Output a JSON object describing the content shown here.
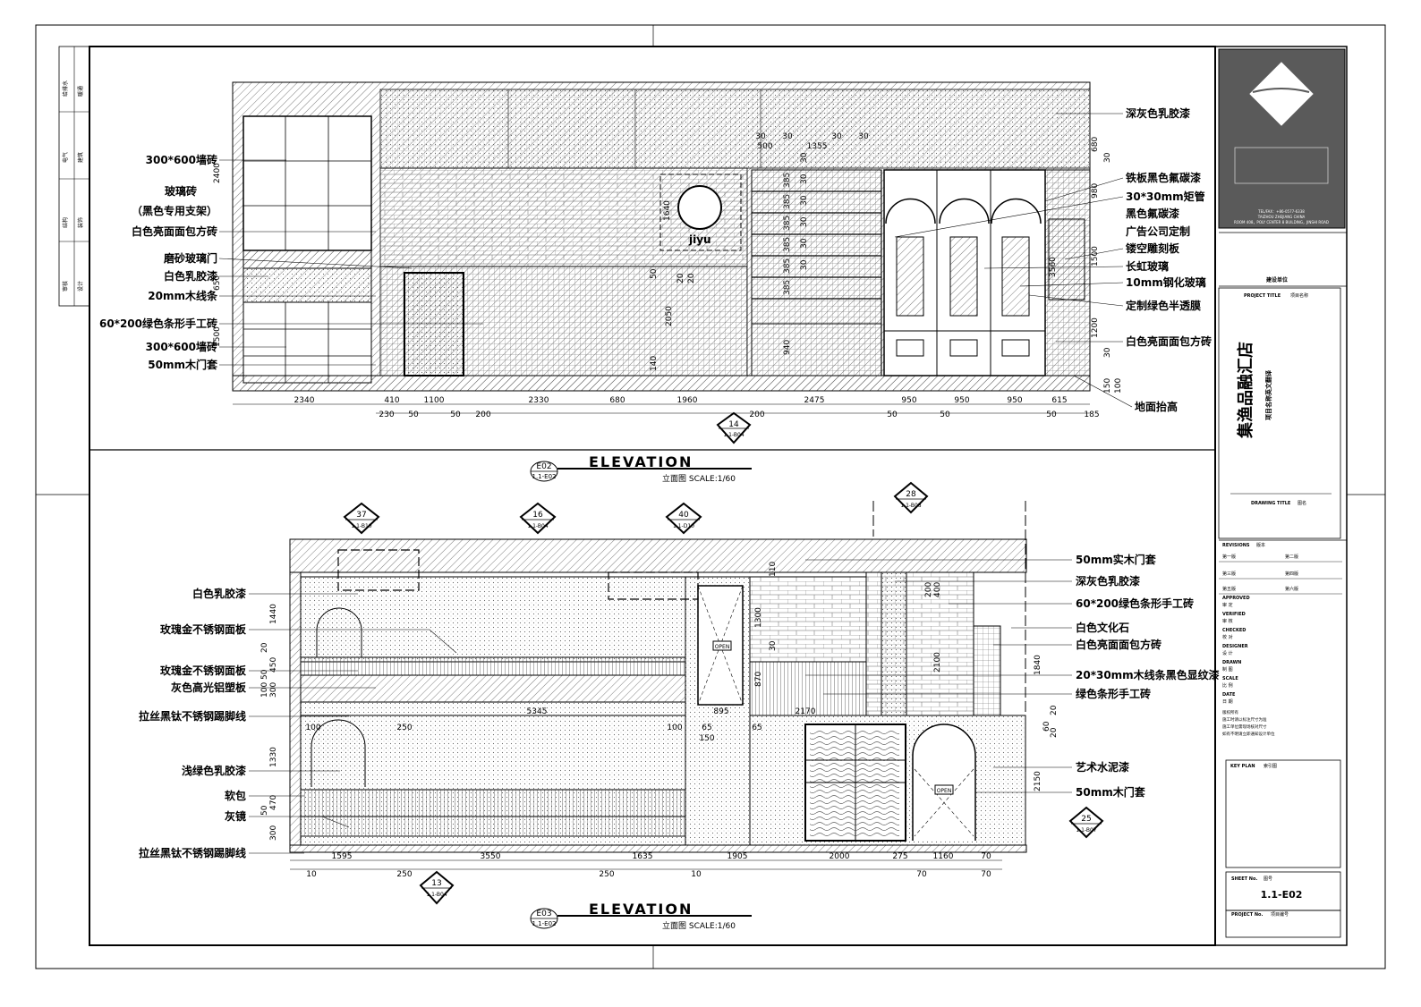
{
  "elevation_e02": {
    "tag_id": "E02",
    "tag_sheet": "1.1-E02",
    "title": "ELEVATION",
    "subtitle": "立面图  SCALE:1/60",
    "left_labels": [
      "300*600墙砖",
      "玻璃砖",
      "（黑色专用支架）",
      "白色亮面面包方砖",
      "磨砂玻璃门",
      "白色乳胶漆",
      "20mm木线条",
      "60*200绿色条形手工砖",
      "300*600墙砖",
      "50mm木门套"
    ],
    "right_labels": [
      "深灰色乳胶漆",
      "铁板黑色氟碳漆",
      "30*30mm矩管",
      "黑色氟碳漆",
      "广告公司定制",
      "镂空雕刻板",
      "长虹玻璃",
      "10mm钢化玻璃",
      "定制绿色半透膜",
      "白色亮面面包方砖",
      "地面抬高"
    ],
    "bottom_dims": [
      "2340",
      "410",
      "1100",
      "2330",
      "680",
      "1960",
      "2475",
      "950",
      "950",
      "950",
      "615"
    ],
    "bottom_dims2": [
      "230",
      "50",
      "50",
      "200",
      "200",
      "50",
      "50",
      "50",
      "185"
    ],
    "vertical_dims": [
      "2400",
      "650",
      "1500",
      "2050",
      "140",
      "940",
      "1640",
      "50",
      "20",
      "20"
    ],
    "shelf_dims": [
      "500",
      "1355",
      "30",
      "30",
      "30",
      "30",
      "385",
      "385",
      "385",
      "385",
      "385",
      "385",
      "30",
      "30",
      "30",
      "30",
      "30",
      "30"
    ],
    "right_dims": [
      "30",
      "680",
      "980",
      "1500",
      "3560",
      "1200",
      "30",
      "150",
      "100"
    ],
    "callout": {
      "num": "14",
      "sheet": "1.1-B04"
    },
    "logo_text": "jiyu"
  },
  "elevation_e03": {
    "tag_id": "E03",
    "tag_sheet": "1.1-E02",
    "title": "ELEVATION",
    "subtitle": "立面图  SCALE:1/60",
    "left_labels": [
      "白色乳胶漆",
      "玫瑰金不锈钢面板",
      "玫瑰金不锈钢面板",
      "灰色高光铝塑板",
      "拉丝黑钛不锈钢踢脚线",
      "浅绿色乳胶漆",
      "软包",
      "灰镜",
      "拉丝黑钛不锈钢踢脚线"
    ],
    "right_labels": [
      "50mm实木门套",
      "深灰色乳胶漆",
      "60*200绿色条形手工砖",
      "白色文化石",
      "白色亮面面包方砖",
      "20*30mm木线条黑色显纹漆",
      "绿色条形手工砖",
      "艺术水泥漆",
      "50mm木门套"
    ],
    "bottom_dims": [
      "1595",
      "3550",
      "1635",
      "1905",
      "2000",
      "275",
      "1160",
      "70"
    ],
    "bottom_dims2": [
      "10",
      "250",
      "250",
      "10",
      "70",
      "70"
    ],
    "mid_dims": [
      "5345",
      "895",
      "2170",
      "100",
      "250",
      "100",
      "65",
      "150",
      "65"
    ],
    "vertical_dims": [
      "1440",
      "20",
      "450",
      "50",
      "100",
      "300",
      "1330",
      "470",
      "50",
      "300",
      "1300",
      "870",
      "30",
      "2100",
      "1840",
      "20",
      "20",
      "200",
      "400",
      "60",
      "2150",
      "110"
    ],
    "open_sign": "OPEN",
    "callouts": [
      {
        "num": "37",
        "sheet": "1.1-B10"
      },
      {
        "num": "16",
        "sheet": "1.1-B04"
      },
      {
        "num": "40",
        "sheet": "1.1-D10"
      },
      {
        "num": "28",
        "sheet": "1.1-B08"
      },
      {
        "num": "25",
        "sheet": "1.1-B07"
      },
      {
        "num": "13",
        "sheet": "1.1-B04"
      }
    ]
  },
  "left_strip": [
    "给排水",
    "暖通",
    "电气",
    "建筑",
    "结构",
    "装饰",
    "审核",
    "设计"
  ],
  "title_block": {
    "company_address": "ROOM 408，POLY CENTER 8 BUILDING，JINSHI ROAD",
    "company_address2": "TAIZHOU ZHEJIANG CHINA",
    "company_tel": "TEL/FAX：+86-0577-6338",
    "owner_label": "建设单位",
    "project_title_label": "PROJECT TITLE",
    "project_title_cn": "项目名称",
    "project_name": "集渔品融汇店",
    "project_sub": "项目名称英文翻译",
    "drawing_title_label": "DRAWING TITLE",
    "drawing_title_cn": "图名",
    "revisions_label": "REVISIONS",
    "revisions_cn": "版本",
    "revisions": [
      "第一版",
      "第二版",
      "第三版",
      "第四版",
      "第五版",
      "第六版"
    ],
    "roles": [
      {
        "en": "APPROVED",
        "cn": "审  定"
      },
      {
        "en": "VERIFIED",
        "cn": "审  核"
      },
      {
        "en": "CHECKED",
        "cn": "校  对"
      },
      {
        "en": "DESIGNER",
        "cn": "设  计"
      },
      {
        "en": "DRAWN",
        "cn": "制  图"
      },
      {
        "en": "SCALE",
        "cn": "比  例"
      },
      {
        "en": "DATE",
        "cn": "日  期"
      }
    ],
    "notes": [
      "版权所有",
      "施工时请以标注尺寸为准",
      "施工单位需现场核对尺寸",
      "如有不明请立即通知设计单位"
    ],
    "key_plan_label": "KEY PLAN",
    "key_plan_cn": "索引图",
    "sheet_no_label": "SHEET No.",
    "sheet_no_cn": "图号",
    "sheet_no": "1.1-E02",
    "project_no_label": "PROJECT No.",
    "project_no_cn": "项目编号"
  },
  "colors": {
    "line": "#000000",
    "grid": "#555555",
    "watermark": "#d8d8d8",
    "logo_bg": "#5a5a5a"
  }
}
